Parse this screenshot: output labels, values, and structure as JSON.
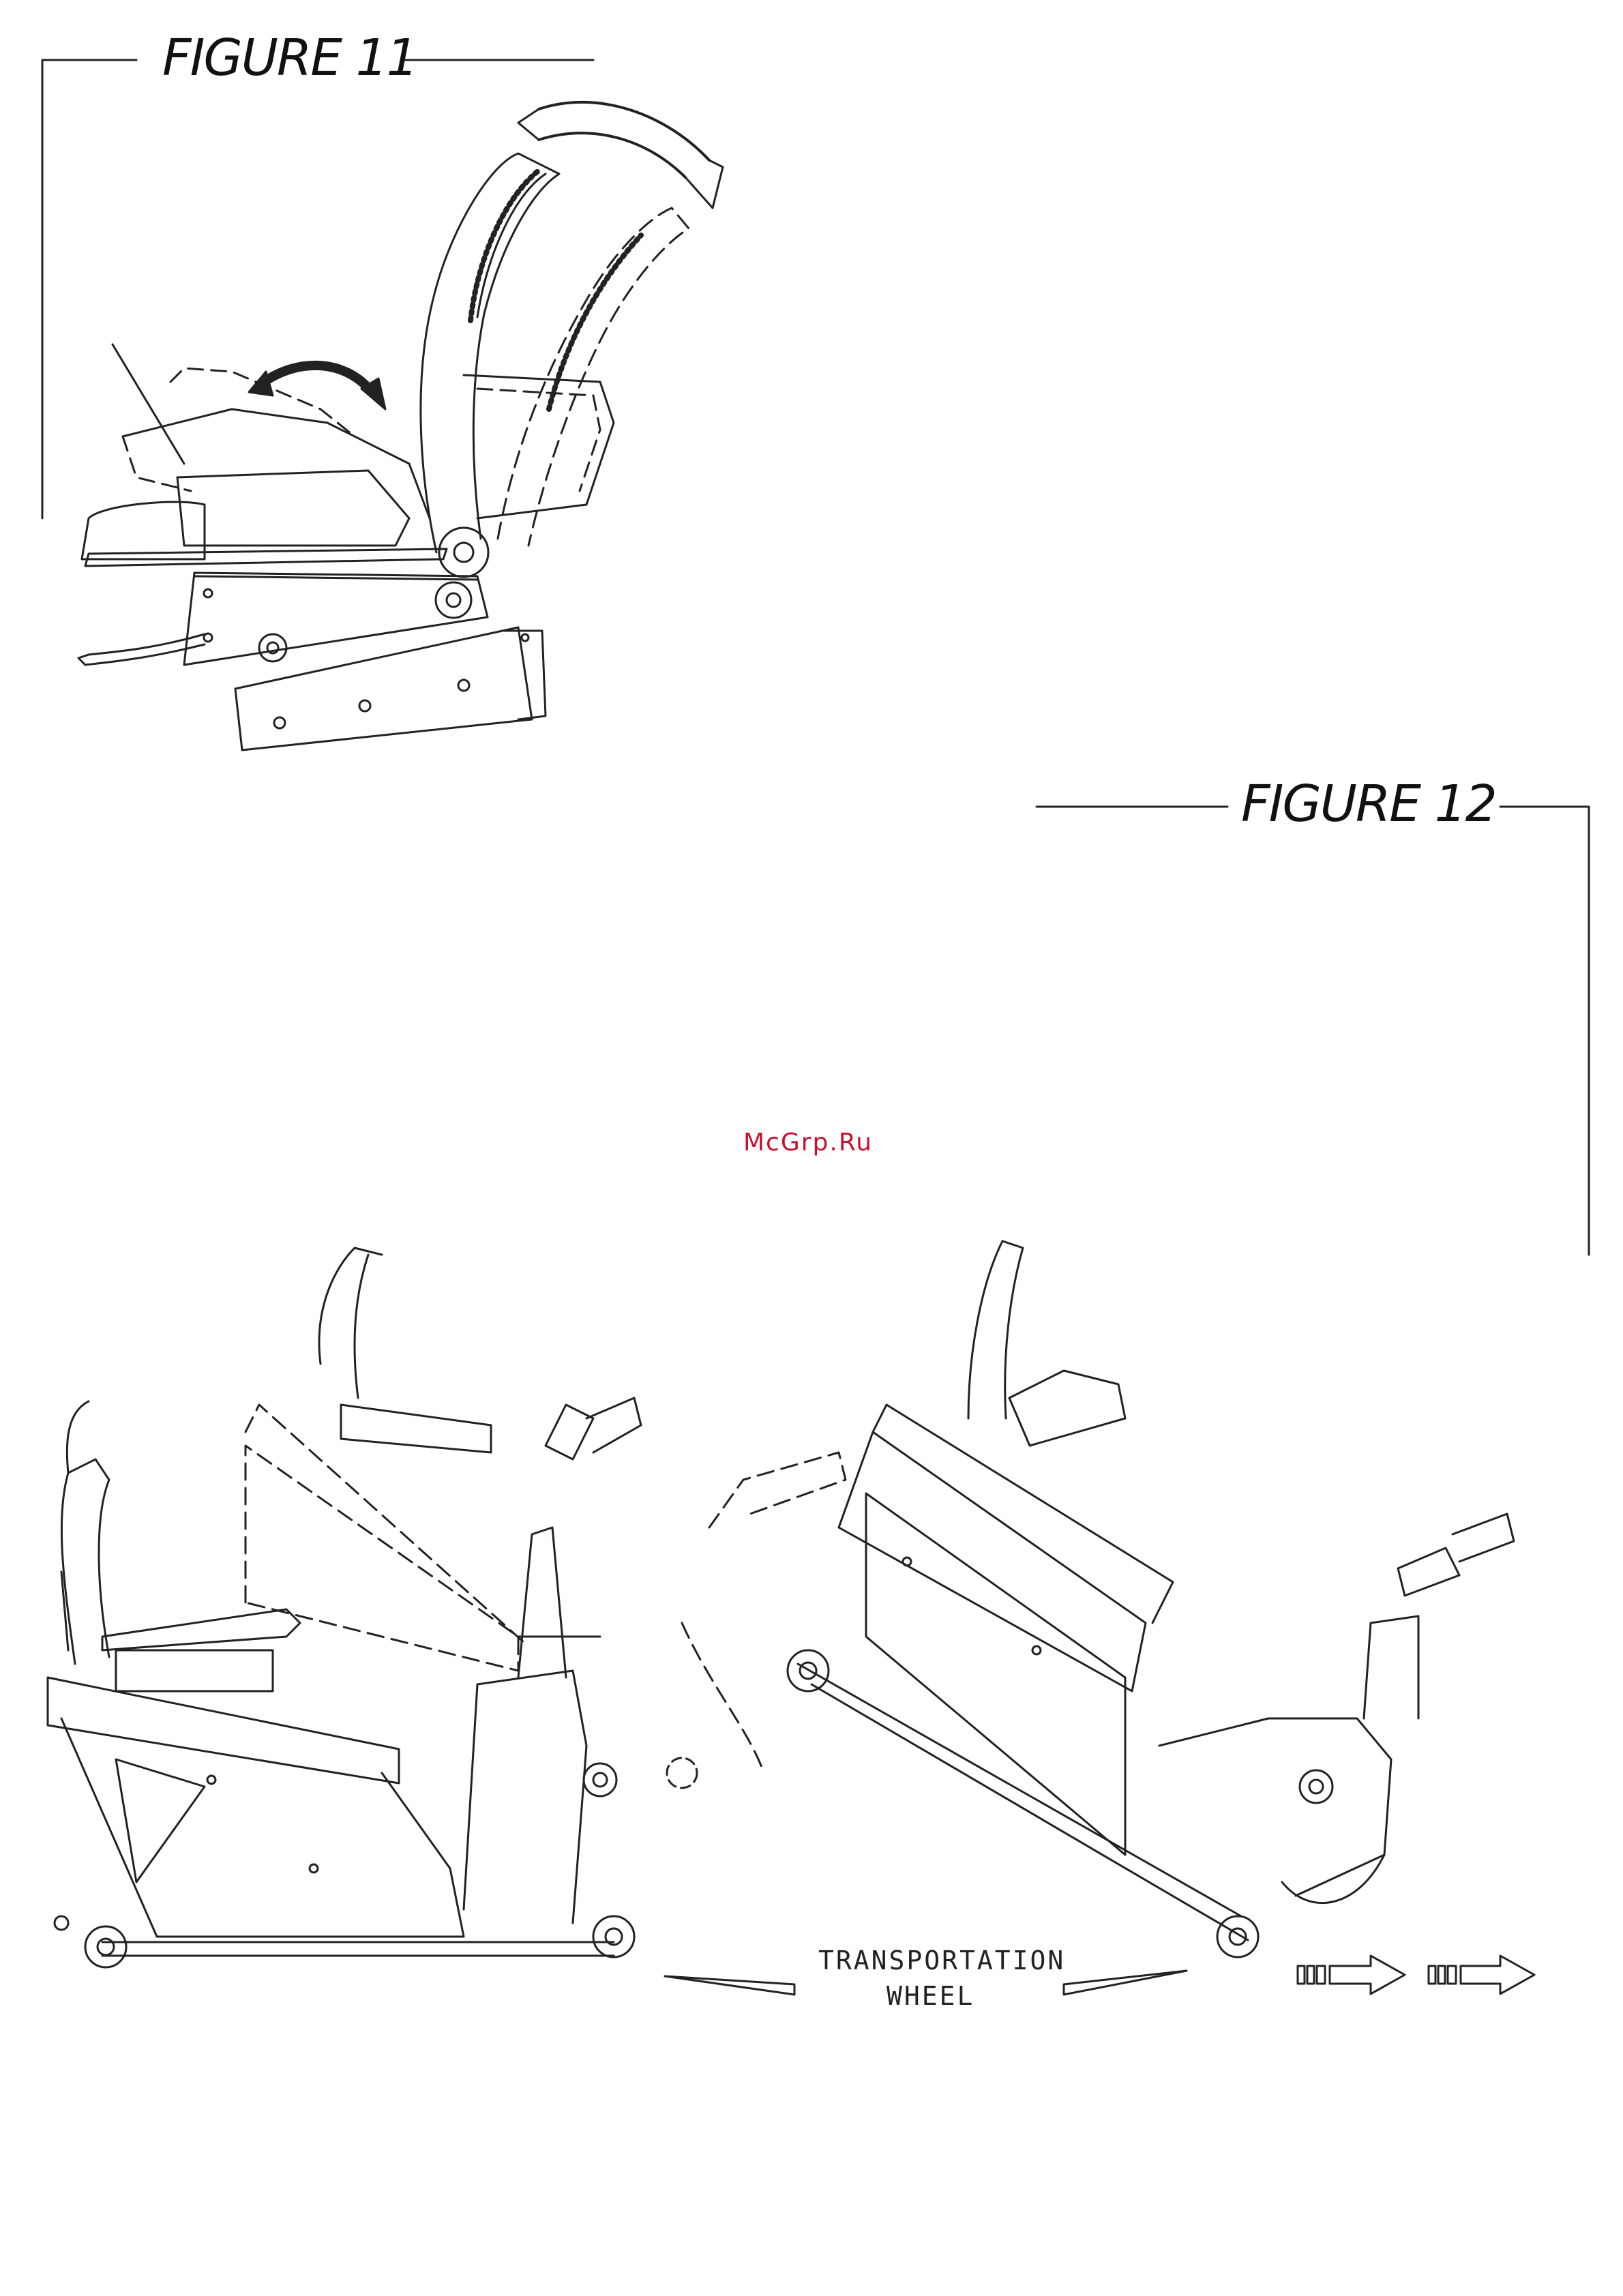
{
  "figures": [
    {
      "id": "fig11",
      "title": "FIGURE 11"
    },
    {
      "id": "fig12",
      "title": "FIGURE 12"
    }
  ],
  "watermark": "McGrp.Ru",
  "transport_label": {
    "line1": "TRANSPORTATION",
    "line2": "WHEEL"
  },
  "colors": {
    "line": "#222222",
    "watermark": "#c8102e"
  }
}
